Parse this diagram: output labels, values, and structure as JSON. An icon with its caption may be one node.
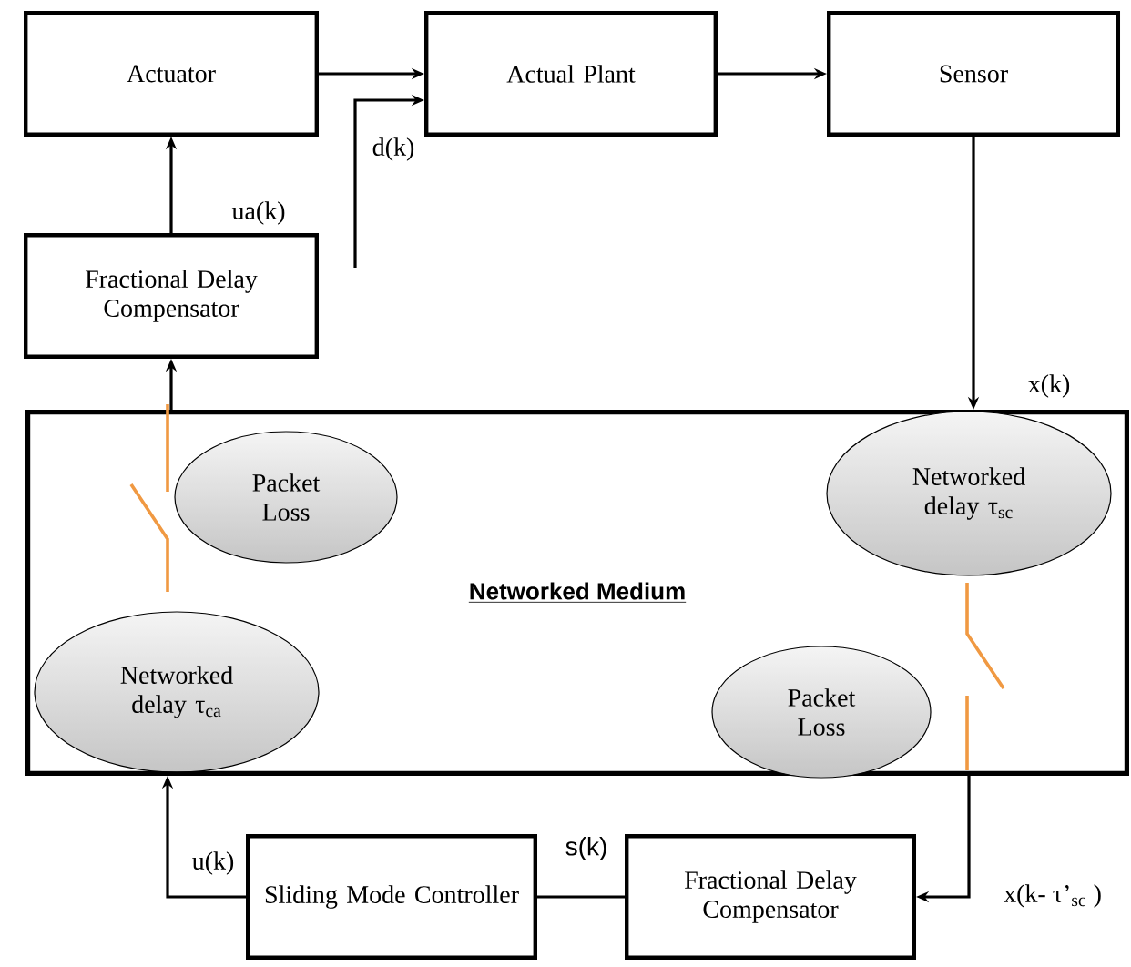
{
  "diagram": {
    "nodes": [
      {
        "text": [
          "Actuator"
        ]
      },
      {
        "text": [
          "Actual Plant"
        ]
      },
      {
        "text": [
          "Sensor"
        ]
      },
      {
        "text": [
          "Fractional Delay Compensator"
        ]
      },
      {
        "text": [
          "Networked Medium"
        ]
      },
      {
        "text": [
          "Packet Loss"
        ],
        "in": 4
      },
      {
        "text": [
          "Networked delay τ$_{ca}$"
        ],
        "in": 4
      },
      {
        "text": [
          "Networked delay τ$_{sc}$"
        ],
        "in": 4
      },
      {
        "text": [
          "Packet Loss"
        ],
        "in": 4
      },
      {
        "text": [
          "Sliding Mode Controller"
        ]
      },
      {
        "text": [
          "Fractional Delay Compensator"
        ]
      }
    ],
    "edges": [
      {
        "from": 0,
        "to": 1,
        "arrow": "to"
      },
      {
        "from": null,
        "to": 1,
        "arrow": "to",
        "label": "d(k)"
      },
      {
        "from": 1,
        "to": 2,
        "arrow": "to"
      },
      {
        "from": 2,
        "to": 4,
        "arrow": "to",
        "label": "x(k)"
      },
      {
        "from": 4,
        "to": 10,
        "arrow": "to",
        "label": "x(k- τ’$_{sc}$ )"
      },
      {
        "from": 10,
        "to": 9,
        "arrow": "none",
        "label": "s(k)"
      },
      {
        "from": 9,
        "to": 4,
        "arrow": "to",
        "label": "u(k)"
      },
      {
        "from": 4,
        "to": 3,
        "arrow": "to"
      },
      {
        "from": 3,
        "to": 0,
        "arrow": "to",
        "label": "ua(k)"
      }
    ]
  }
}
